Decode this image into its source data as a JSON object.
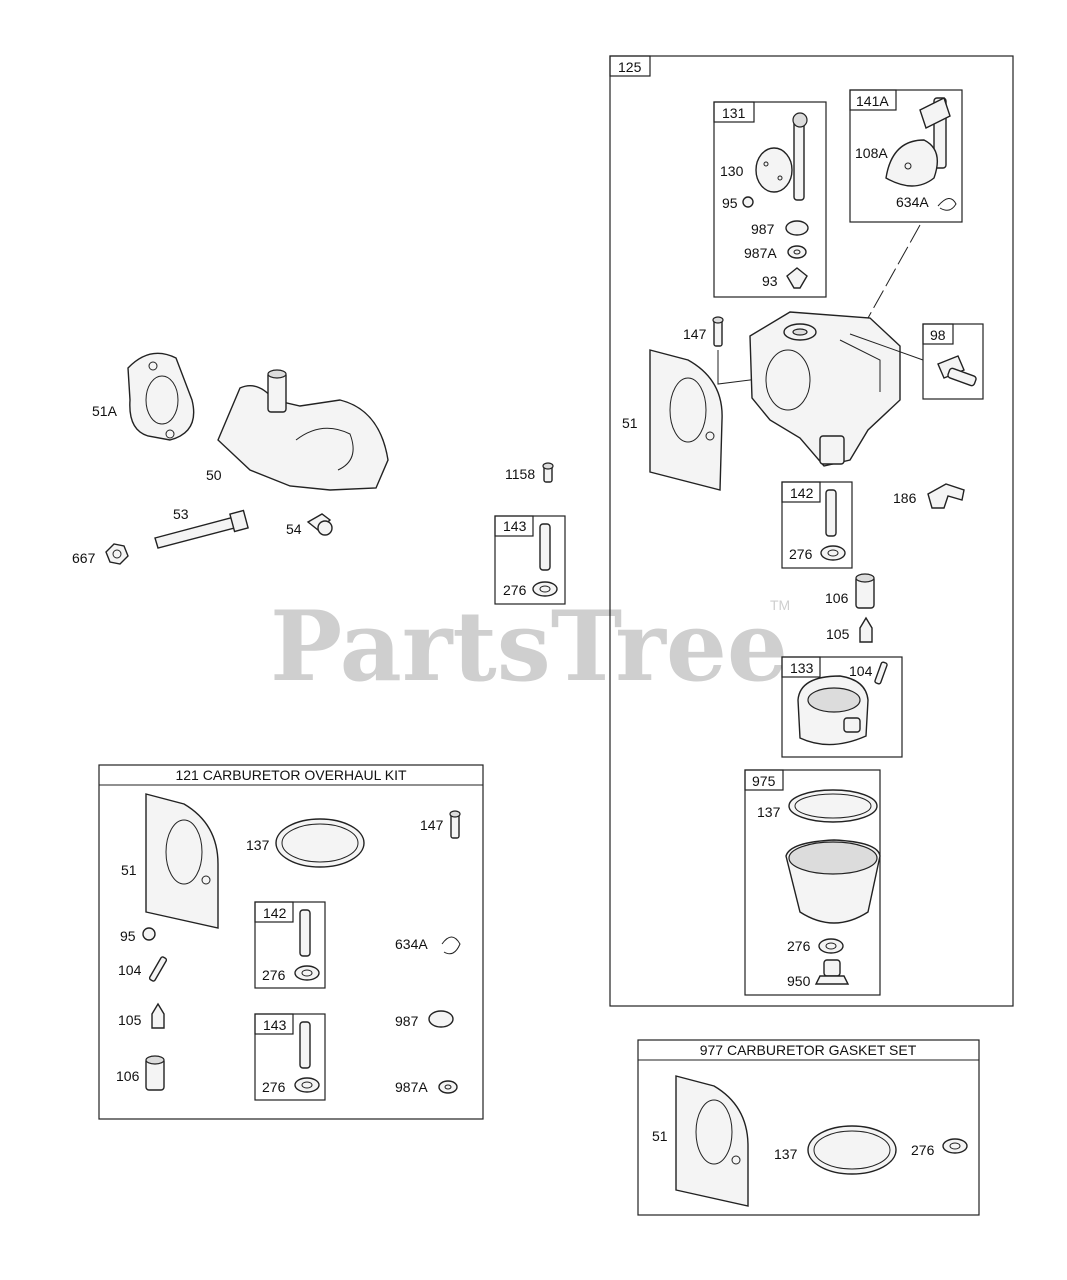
{
  "watermark": {
    "text": "PartsTree",
    "trademark": "TM"
  },
  "main_parts": {
    "p51A": "51A",
    "p50": "50",
    "p53": "53",
    "p54": "54",
    "p667": "667",
    "p1158": "1158",
    "box143": {
      "id": "143",
      "p276": "276"
    }
  },
  "assembly_125": {
    "id": "125",
    "box131": {
      "id": "131",
      "p130": "130",
      "p95": "95",
      "p987": "987",
      "p987A": "987A",
      "p93": "93"
    },
    "box141A": {
      "id": "141A",
      "p108A": "108A",
      "p634A": "634A"
    },
    "p147": "147",
    "box98": {
      "id": "98"
    },
    "p51": "51",
    "box142": {
      "id": "142",
      "p276": "276"
    },
    "p186": "186",
    "p106": "106",
    "p105": "105",
    "box133": {
      "id": "133",
      "p104": "104"
    },
    "box975": {
      "id": "975",
      "p137": "137",
      "p276": "276",
      "p950": "950"
    }
  },
  "kit_121": {
    "title": "121 CARBURETOR OVERHAUL KIT",
    "p51": "51",
    "p137": "137",
    "p147": "147",
    "p95": "95",
    "p104": "104",
    "box142": {
      "id": "142",
      "p276": "276"
    },
    "p634A": "634A",
    "p105": "105",
    "p987": "987",
    "box143": {
      "id": "143",
      "p276": "276"
    },
    "p106": "106",
    "p987A": "987A"
  },
  "kit_977": {
    "title": "977 CARBURETOR GASKET SET",
    "p51": "51",
    "p137": "137",
    "p276": "276"
  }
}
